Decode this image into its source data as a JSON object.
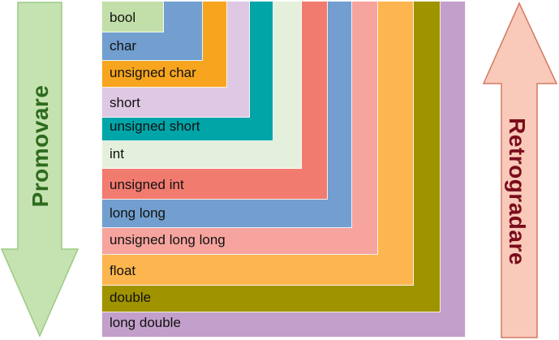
{
  "types": [
    {
      "label": "bool",
      "color": "#c3dfa9"
    },
    {
      "label": "char",
      "color": "#729fcf"
    },
    {
      "label": "unsigned char",
      "color": "#f7a51e"
    },
    {
      "label": "short",
      "color": "#dfc8e4"
    },
    {
      "label": "unsigned short",
      "color": "#00a5a8"
    },
    {
      "label": "int",
      "color": "#e5f0dc"
    },
    {
      "label": "unsigned int",
      "color": "#f27b70"
    },
    {
      "label": "long long",
      "color": "#729fcf"
    },
    {
      "label": "unsigned long long",
      "color": "#f7a49e"
    },
    {
      "label": "float",
      "color": "#fdb64f"
    },
    {
      "label": "double",
      "color": "#a09300"
    },
    {
      "label": "long double",
      "color": "#c39fcb"
    }
  ],
  "arrows": {
    "promote": {
      "label": "Promovare",
      "fill": "#c5e3b0",
      "stroke": "#9cc985",
      "text_color": "#2e6b1e"
    },
    "demote": {
      "label": "Retrogradare",
      "fill": "#f9c9b9",
      "stroke": "#d37a66",
      "text_color": "#7a0c1c"
    }
  }
}
